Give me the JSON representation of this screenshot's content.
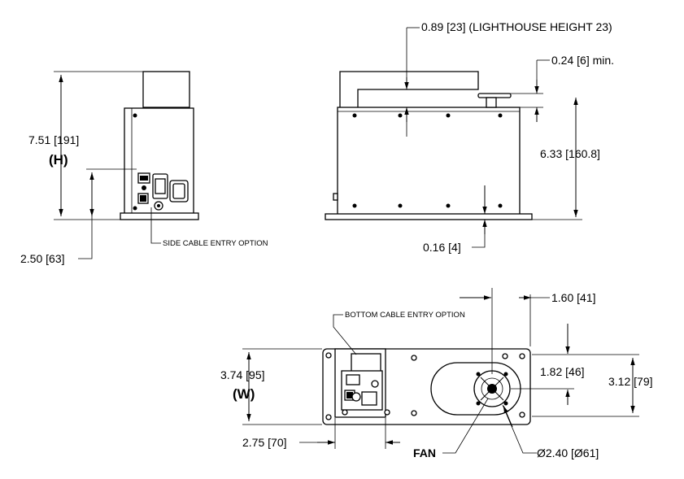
{
  "side_view": {
    "height_dim": "7.51 [191]",
    "height_symbol": "(H)",
    "cable_height_dim": "2.50 [63]",
    "cable_label": "SIDE CABLE ENTRY OPTION"
  },
  "front_view": {
    "lighthouse_dim": "0.89 [23] (LIGHTHOUSE HEIGHT 23)",
    "clearance_dim": "0.24 [6] min.",
    "body_height_dim": "6.33 [160.8]",
    "base_dim": "0.16 [4]"
  },
  "bottom_view": {
    "cable_label": "BOTTOM CABLE ENTRY OPTION",
    "fan_offset_dim": "1.60 [41]",
    "fan_center_dim": "1.82 [46]",
    "opening_dim": "3.12 [79]",
    "width_dim": "3.74 [95]",
    "width_symbol": "(W)",
    "cable_width_dim": "2.75 [70]",
    "fan_label": "FAN",
    "fan_diameter_dim": "Ø2.40 [Ø61]"
  }
}
